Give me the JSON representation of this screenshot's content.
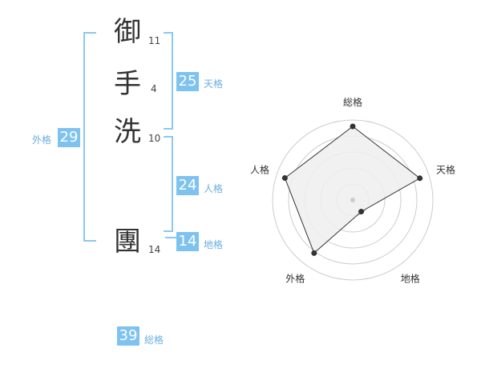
{
  "name": {
    "chars": [
      {
        "char": "御",
        "strokes": "11"
      },
      {
        "char": "手",
        "strokes": "4"
      },
      {
        "char": "洗",
        "strokes": "10"
      },
      {
        "char": "團",
        "strokes": "14"
      }
    ]
  },
  "fortunes": {
    "tenkaku": {
      "label": "天格",
      "value": "25"
    },
    "jinkaku": {
      "label": "人格",
      "value": "24"
    },
    "chikaku": {
      "label": "地格",
      "value": "14"
    },
    "gaikaku": {
      "label": "外格",
      "value": "29"
    },
    "soukaku": {
      "label": "総格",
      "value": "39"
    }
  },
  "radar": {
    "axes": [
      "総格",
      "天格",
      "地格",
      "外格",
      "人格"
    ],
    "levels": [
      0.92,
      0.88,
      0.18,
      0.82,
      0.89
    ],
    "colors": {
      "fill": "#eeeeee",
      "line": "#333333",
      "grid": "#cccccc",
      "center": "#cccccc"
    }
  }
}
